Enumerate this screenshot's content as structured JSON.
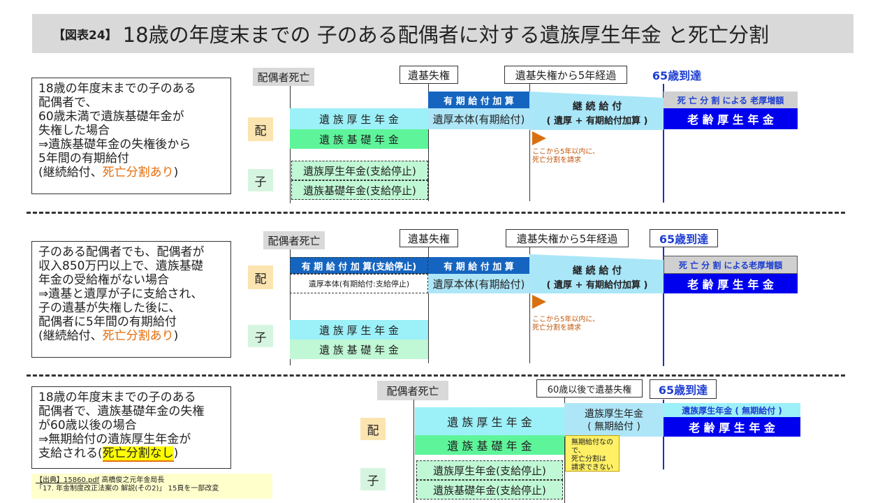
{
  "title": {
    "tag": "【図表24】",
    "text": "18歳の年度末までの 子のある配偶者に対する遺族厚生年金 と死亡分割"
  },
  "cases": [
    {
      "description": "18歳の年度末までの子のある\n配偶者で、\n60歳未満で遺族基礎年金が\n失権した場合\n⇒遺族基礎年金の失権後から\n5年間の有期給付\n(継続給付、",
      "description_hl": "死亡分割あり",
      "description_end": ")",
      "milestones": [
        "配偶者死亡",
        "遺基失権",
        "遺基失権から5年経過",
        "65歳到達"
      ],
      "spouse": "配",
      "child": "子",
      "bars": {
        "izoku_kosei": "遺 族 厚 生 年 金",
        "izoku_kiso": "遺 族 基 礎 年 金",
        "yuki_kasan": "有 期 給 付 加 算",
        "izoku_hontai": "遺厚本体(有期給付)",
        "keizoku_1": "継 続 給 付",
        "keizoku_2": "( 遺厚 + 有期給付加算 )",
        "shibo_bunkatsu": "死 亡 分 割 による 老厚増額",
        "rorei": "老 齢 厚 生 年 金",
        "child_kosei": "遺族厚生年金(支給停止)",
        "child_kiso": "遺族基礎年金(支給停止)"
      },
      "note": "ここから5年以内に、\n死亡分割を請求"
    },
    {
      "description": "子のある配偶者でも、配偶者が\n収入850万円以上で、遺族基礎\n年金の受給権がない場合\n⇒遺基と遺厚が子に支給され、\n子の遺基が失権した後に、\n配偶者に5年間の有期給付\n(継続給付、",
      "description_hl": "死亡分割あり",
      "description_end": ")",
      "milestones": [
        "配偶者死亡",
        "遺基失権",
        "遺基失権から5年経過",
        "65歳到達"
      ],
      "spouse": "配",
      "child": "子",
      "bars": {
        "yuki_kasan_stop": "有 期 給 付 加 算(支給停止)",
        "hontai_stop": "遺厚本体(有期給付:支給停止)",
        "yuki_kasan": "有 期 給 付 加 算",
        "izoku_hontai": "遺厚本体(有期給付)",
        "keizoku_1": "継 続 給 付",
        "keizoku_2": "( 遺厚 + 有期給付加算 )",
        "shibo_bunkatsu": "死 亡 分 割 による老厚増額",
        "rorei": "老 齢 厚 生 年 金",
        "child_kosei": "遺 族 厚 生 年 金",
        "child_kiso": "遺 族 基 礎 年 金"
      },
      "note": "ここから5年以内に、\n死亡分割を請求"
    },
    {
      "description": "18歳の年度末までの子のある\n配偶者で、遺族基礎年金の失権\nが60歳以後の場合\n⇒無期給付の遺族厚生年金が\n支給される(",
      "description_hl": "死亡分割なし",
      "description_end": ")",
      "milestones": [
        "配偶者死亡",
        "60歳以後で遺基失権",
        "65歳到達"
      ],
      "spouse": "配",
      "child": "子",
      "bars": {
        "izoku_kosei": "遺 族 厚 生 年 金",
        "izoku_kiso": "遺 族 基 礎 年 金",
        "mukigen_1": "遺族厚生年金",
        "mukigen_2": "( 無期給付 )",
        "mukigen_top": "遺族厚生年金 ( 無期給付 )",
        "rorei": "老 齢 厚 生 年 金",
        "child_kosei": "遺族厚生年金(支給停止)",
        "child_kiso": "遺族基礎年金(支給停止)"
      },
      "note": "無期給付なので、\n死亡分割は\n請求できない"
    }
  ],
  "source": {
    "label": "【出典】15860.pdf",
    "author": "高橋俊之元年金局長",
    "line2": "「17. 年金制度改正法案の 解説(その2)」 15頁を一部改変"
  },
  "colors": {
    "cyan": "#9cf0f8",
    "green": "#5ef59a",
    "dark_blue": "#1565c0",
    "navy": "#0000ee",
    "orange_text": "#e46c0a",
    "triangle": "#d9700e"
  }
}
